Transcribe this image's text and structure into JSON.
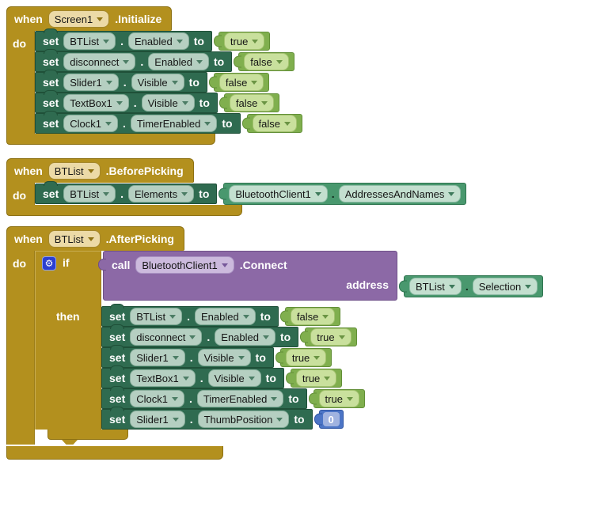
{
  "kw": {
    "when": "when",
    "do": "do",
    "set": "set",
    "to": "to",
    "then": "then",
    "if": "if",
    "call": "call",
    "dot": "."
  },
  "icons": {
    "gear": "⚙"
  },
  "colors": {
    "event_gold": "#B3901E",
    "setter_green": "#2F6B50",
    "getter_green": "#49986E",
    "bool_green": "#80AF4E",
    "call_purple": "#8C69A6",
    "number_blue": "#4C75C6"
  },
  "screen_init": {
    "header": {
      "component": "Screen1",
      "event": ".Initialize"
    },
    "statements": [
      {
        "component": "BTList",
        "property": "Enabled",
        "value": "true"
      },
      {
        "component": "disconnect",
        "property": "Enabled",
        "value": "false"
      },
      {
        "component": "Slider1",
        "property": "Visible",
        "value": "false"
      },
      {
        "component": "TextBox1",
        "property": "Visible",
        "value": "false"
      },
      {
        "component": "Clock1",
        "property": "TimerEnabled",
        "value": "false"
      }
    ]
  },
  "before_picking": {
    "header": {
      "component": "BTList",
      "event": ".BeforePicking"
    },
    "statement": {
      "component": "BTList",
      "property": "Elements",
      "getter": {
        "component": "BluetoothClient1",
        "property": "AddressesAndNames"
      }
    }
  },
  "after_picking": {
    "header": {
      "component": "BTList",
      "event": ".AfterPicking"
    },
    "if_call": {
      "component": "BluetoothClient1",
      "method": ".Connect",
      "param_label": "address",
      "arg": {
        "component": "BTList",
        "property": "Selection"
      }
    },
    "then_statements": [
      {
        "component": "BTList",
        "property": "Enabled",
        "value": "false"
      },
      {
        "component": "disconnect",
        "property": "Enabled",
        "value": "true"
      },
      {
        "component": "Slider1",
        "property": "Visible",
        "value": "true"
      },
      {
        "component": "TextBox1",
        "property": "Visible",
        "value": "true"
      },
      {
        "component": "Clock1",
        "property": "TimerEnabled",
        "value": "true"
      },
      {
        "component": "Slider1",
        "property": "ThumbPosition",
        "number": "0"
      }
    ]
  }
}
